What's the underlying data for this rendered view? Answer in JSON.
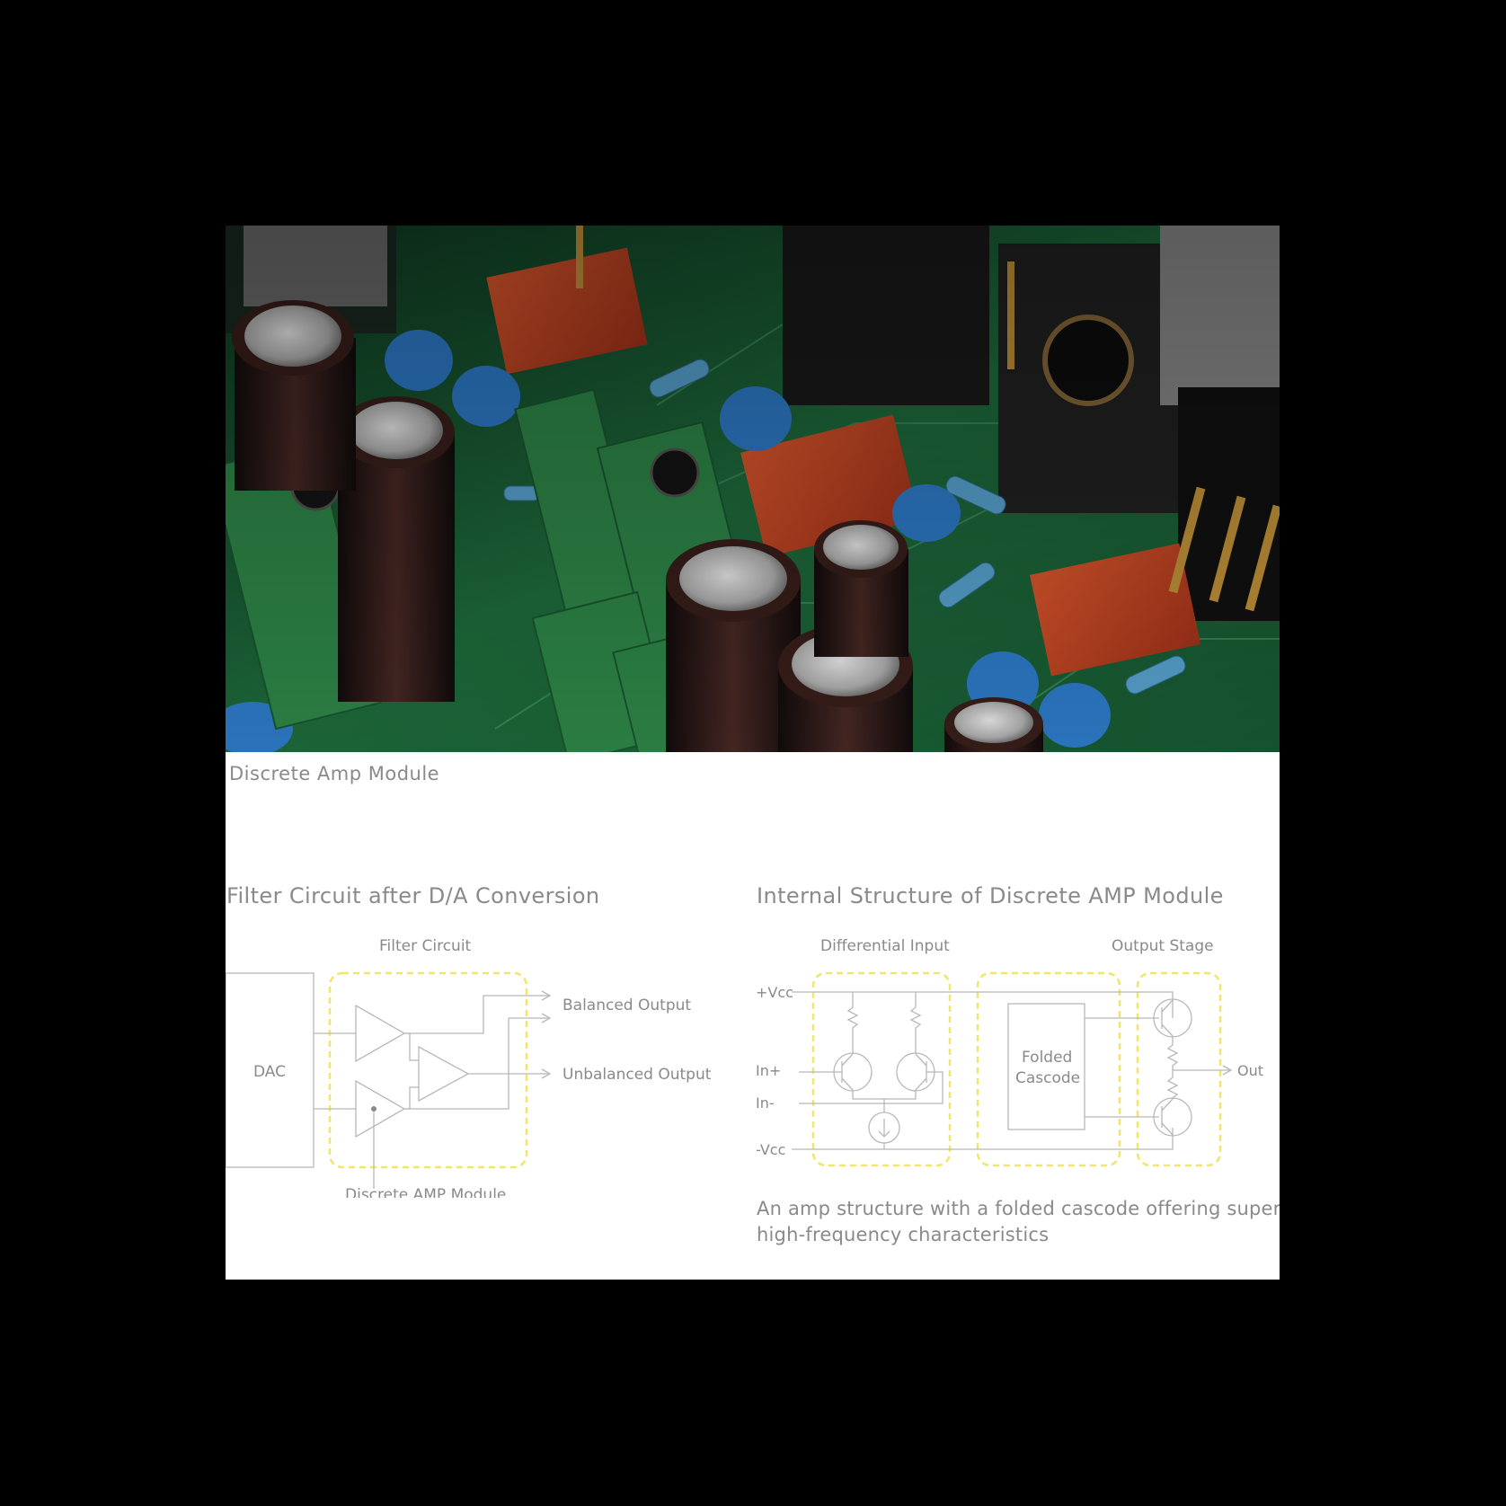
{
  "photo": {
    "caption": "Discrete Amp Module"
  },
  "left_diagram": {
    "title": "Filter Circuit after D/A Conversion",
    "filter_label": "Filter Circuit",
    "dac_label": "DAC",
    "balanced_output": "Balanced Output",
    "unbalanced_output": "Unbalanced Output",
    "module_label": "Discrete AMP Module"
  },
  "right_diagram": {
    "title": "Internal Structure of Discrete AMP Module",
    "differential_input": "Differential Input",
    "output_stage": "Output Stage",
    "vcc_pos": "+Vcc",
    "vcc_neg": "-Vcc",
    "in_pos": "In+",
    "in_neg": "In-",
    "out": "Out",
    "folded_line1": "Folded",
    "folded_line2": "Cascode",
    "description_line1": "An amp structure with a folded cascode offering superb",
    "description_line2": "high-frequency characteristics"
  },
  "colors": {
    "background": "#000000",
    "panel": "#ffffff",
    "text": "#8a8a8a",
    "wire": "#b8b8b8",
    "highlight_dashed": "#f1e56a",
    "pcb": "#1f6f3e"
  }
}
